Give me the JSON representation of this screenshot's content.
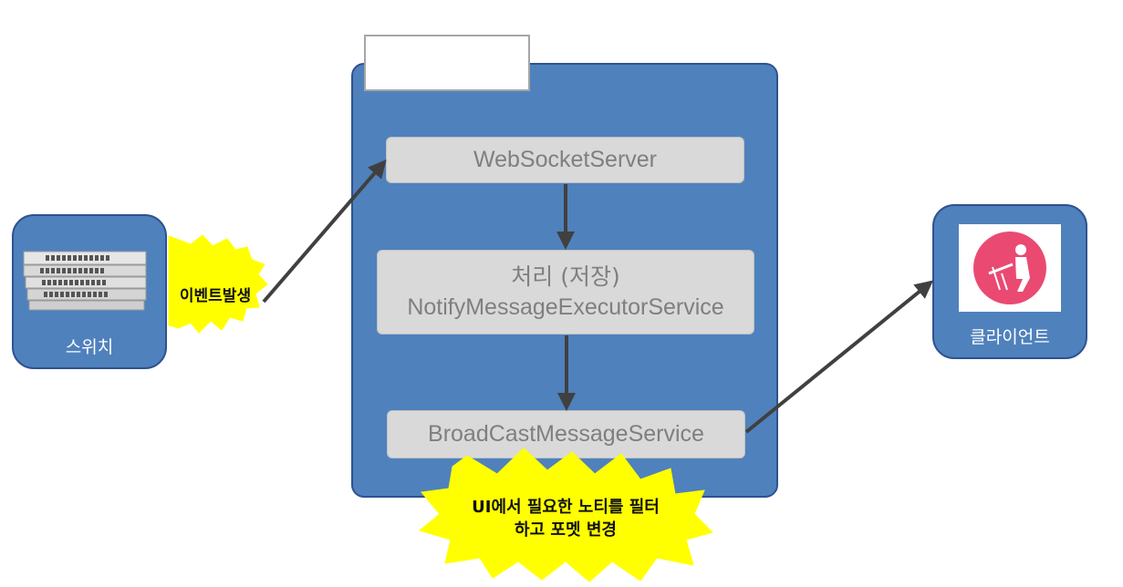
{
  "colors": {
    "container_fill": "#4f81bd",
    "container_border": "#2f528f",
    "service_fill": "#d9d9d9",
    "service_text": "#7f7f7f",
    "burst_fill": "#ffff00",
    "arrow": "#404040",
    "client_icon": "#ea4a72"
  },
  "server": {
    "title": "",
    "services": {
      "websocket": "WebSocketServer",
      "notify_line1": "처리 (저장)",
      "notify_line2": "NotifyMessageExecutorService",
      "broadcast": "BroadCastMessageService"
    }
  },
  "switch_node": {
    "label": "스위치",
    "icon": "network-switch-icon"
  },
  "client_node": {
    "label": "클라이언트",
    "icon": "client-user-icon"
  },
  "annotations": {
    "event": "이벤트발생",
    "filter_line1": "UI에서 필요한 노티를 필터",
    "filter_line2": "하고 포멧 변경"
  }
}
